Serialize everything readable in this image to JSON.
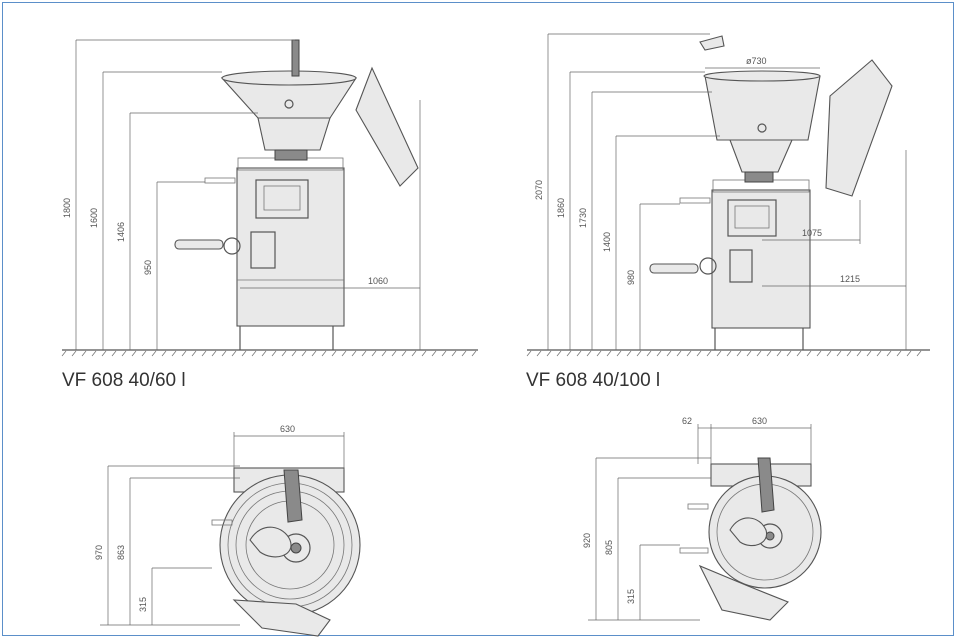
{
  "captions": {
    "left": "VF 608 40/60 l",
    "right": "VF 608 40/100 l"
  },
  "dimensions": {
    "left_side": {
      "d1": "1800",
      "d2": "1600",
      "d3": "1406",
      "d4": "950",
      "d5": "1060"
    },
    "right_side": {
      "d1": "2070",
      "d2": "1860",
      "d3": "1730",
      "d4": "1400",
      "d5": "980",
      "diameter": "ø730",
      "d6": "1075",
      "d7": "1215"
    },
    "left_top": {
      "width": "630",
      "d1": "970",
      "d2": "863",
      "d3": "315"
    },
    "right_top": {
      "offset": "62",
      "width": "630",
      "d1": "920",
      "d2": "805",
      "d3": "315"
    }
  },
  "colors": {
    "frame": "#5b8fc9",
    "line": "#555555"
  }
}
